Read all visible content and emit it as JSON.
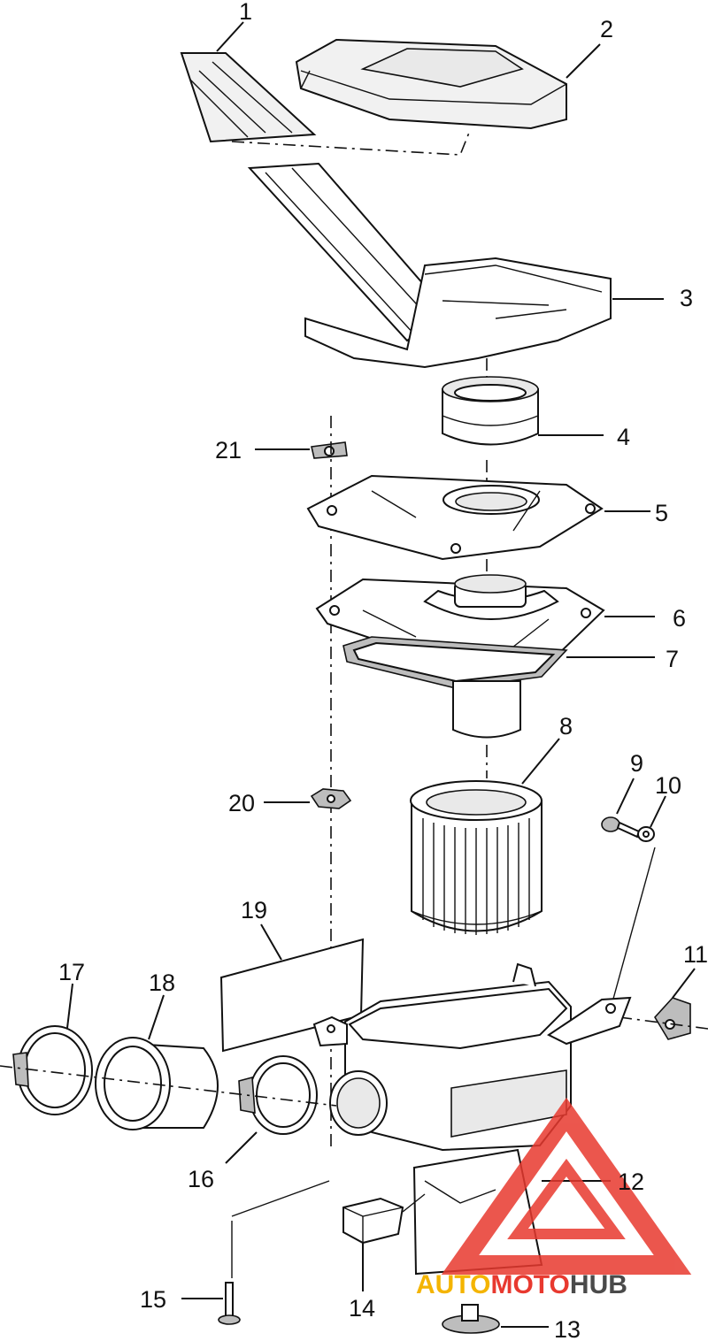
{
  "diagram": {
    "callouts": {
      "c1": "1",
      "c2": "2",
      "c3": "3",
      "c4": "4",
      "c5": "5",
      "c6": "6",
      "c7": "7",
      "c8": "8",
      "c9": "9",
      "c10": "10",
      "c11": "11",
      "c12": "12",
      "c13": "13",
      "c14": "14",
      "c15": "15",
      "c16": "16",
      "c17": "17",
      "c18": "18",
      "c19": "19",
      "c20": "20",
      "c21": "21"
    }
  },
  "watermark": {
    "part1": "AUTO",
    "part2": "MOTO",
    "part3": "HUB",
    "color_primary": "#f4b400",
    "color_secondary": "#e8392f",
    "color_tertiary": "#4a4a4a"
  }
}
